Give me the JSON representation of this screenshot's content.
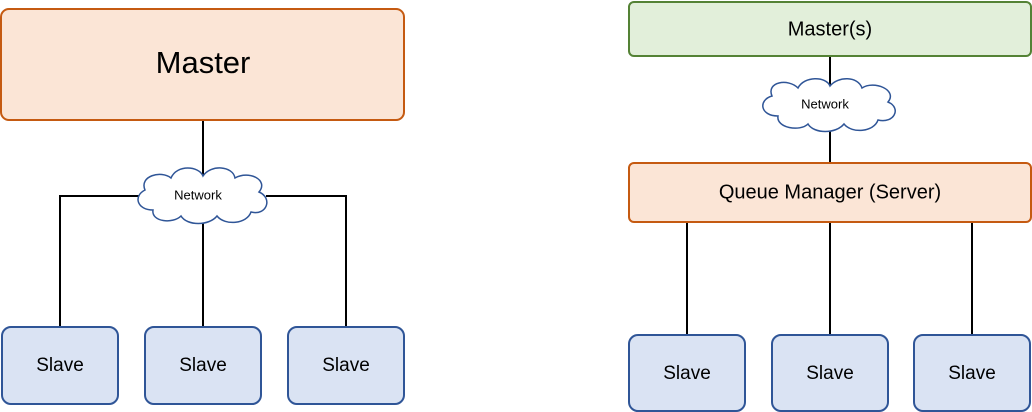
{
  "colors": {
    "master_fill": "#fbe5d6",
    "master_stroke": "#c55a11",
    "masters_fill": "#e2efda",
    "masters_stroke": "#548235",
    "queue_fill": "#fbe5d6",
    "queue_stroke": "#c55a11",
    "slave_fill": "#dae3f3",
    "slave_stroke": "#2f5597",
    "cloud_stroke": "#2f5597"
  },
  "left": {
    "master_label": "Master",
    "network_label": "Network",
    "slaves": [
      "Slave",
      "Slave",
      "Slave"
    ]
  },
  "right": {
    "masters_label": "Master(s)",
    "network_label": "Network",
    "queue_label": "Queue Manager (Server)",
    "slaves": [
      "Slave",
      "Slave",
      "Slave"
    ]
  }
}
